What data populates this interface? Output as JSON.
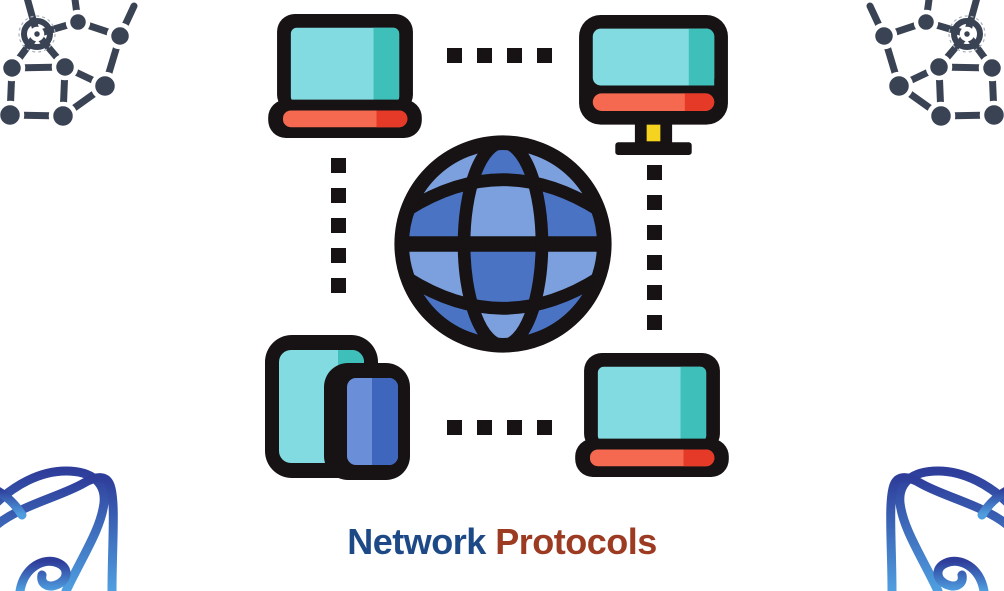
{
  "title": {
    "part1": "Network",
    "part2": "Protocols",
    "full_text": "Network Protocols"
  },
  "colors": {
    "outline": "#171213",
    "screen_cyan": "#82dbe1",
    "screen_teal": "#3fbfb9",
    "accent_red": "#f4694f",
    "accent_red_dark": "#e63a28",
    "accent_yellow": "#f6d31f",
    "globe_blue": "#4a73c4",
    "globe_blue_light": "#7ca0dd",
    "phone_blue_light": "#6a8fd8",
    "phone_blue_dark": "#3e66bd",
    "network_decor": "#3a4354",
    "curve_dark": "#2e3d9a",
    "curve_light": "#4f9fe0",
    "title_blue": "#1d4a87",
    "title_red": "#9c3a22"
  },
  "illustration": {
    "center": {
      "icon": "globe-icon"
    },
    "devices": [
      {
        "icon": "laptop-icon",
        "position": "top-left"
      },
      {
        "icon": "desktop-monitor-icon",
        "position": "top-right"
      },
      {
        "icon": "tablet-phone-icon",
        "position": "bottom-left"
      },
      {
        "icon": "laptop-icon",
        "position": "bottom-right"
      }
    ],
    "connectors": [
      {
        "style": "dotted-squares",
        "orientation": "horizontal",
        "position": "top",
        "count": 4
      },
      {
        "style": "dotted-squares",
        "orientation": "vertical",
        "position": "left",
        "count": 5
      },
      {
        "style": "dotted-squares",
        "orientation": "vertical",
        "position": "right",
        "count": 6
      },
      {
        "style": "dotted-squares",
        "orientation": "horizontal",
        "position": "bottom",
        "count": 4
      }
    ]
  },
  "decorations": {
    "top_left": "network-graph-icon",
    "top_right": "network-graph-icon-mirrored",
    "bottom_left": "abstract-curves-decoration",
    "bottom_right": "abstract-curves-decoration-mirrored"
  }
}
